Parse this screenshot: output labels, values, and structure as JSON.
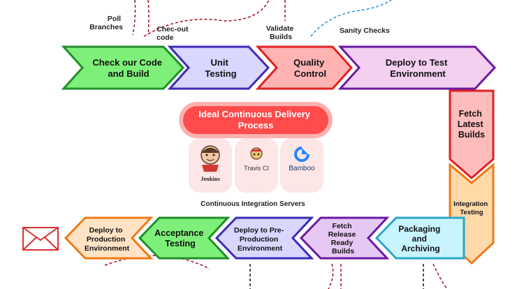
{
  "annotations": {
    "poll": [
      "Poll",
      "Branches"
    ],
    "checkout": [
      "Chec-out",
      "code"
    ],
    "validate": [
      "Validate",
      "Builds"
    ],
    "sanity": "Sanity Checks"
  },
  "top_row": [
    {
      "lines": [
        "Check our Code",
        "and Build"
      ],
      "fill": "#7ef07a",
      "stroke": "#1f8f2a"
    },
    {
      "lines": [
        "Unit",
        "Testing"
      ],
      "fill": "#d9d6ff",
      "stroke": "#3b2bb8"
    },
    {
      "lines": [
        "Quality",
        "Control"
      ],
      "fill": "#ffb3b3",
      "stroke": "#e02020"
    },
    {
      "lines": [
        "Deploy to Test",
        "Environment"
      ],
      "fill": "#f3cff0",
      "stroke": "#6a1aa0"
    }
  ],
  "right_column": [
    {
      "lines": [
        "Fetch",
        "Latest",
        "Builds"
      ],
      "fill": "#ffbcbc",
      "stroke": "#e02020"
    },
    {
      "lines": [
        "Integration",
        "Testing"
      ],
      "fill": "#ffd9a8",
      "stroke": "#f07a18"
    }
  ],
  "bottom_row": [
    {
      "lines": [
        "Packaging",
        "and",
        "Archiving"
      ],
      "fill": "#c8f4ff",
      "stroke": "#2aa6c8"
    },
    {
      "lines": [
        "Fetch",
        "Release",
        "Ready",
        "Builds"
      ],
      "fill": "#e6c8f4",
      "stroke": "#6a1aa0"
    },
    {
      "lines": [
        "Deploy to Pre-",
        "Production",
        "Environment"
      ],
      "fill": "#d9d6ff",
      "stroke": "#3b2bb8"
    },
    {
      "lines": [
        "Acceptance",
        "Testing"
      ],
      "fill": "#7ef07a",
      "stroke": "#1f8f2a"
    },
    {
      "lines": [
        "Deploy to",
        "Production",
        "Environment"
      ],
      "fill": "#ffe3c4",
      "stroke": "#f07a18"
    }
  ],
  "center": {
    "title": [
      "Ideal Continuous Delivery",
      "Process"
    ],
    "servers": [
      "Jenkins",
      "Travis CI",
      "Bamboo"
    ],
    "caption": "Continuous Integration Servers"
  },
  "colors": {
    "title_bg": "#ff4b4b",
    "title_outer": "#ffb0b0",
    "card_bg": "#fde6e6",
    "mail": "#d93030"
  },
  "icons": [
    "jenkins-logo-icon",
    "travis-ci-logo-icon",
    "bamboo-logo-icon",
    "mail-envelope-icon"
  ]
}
